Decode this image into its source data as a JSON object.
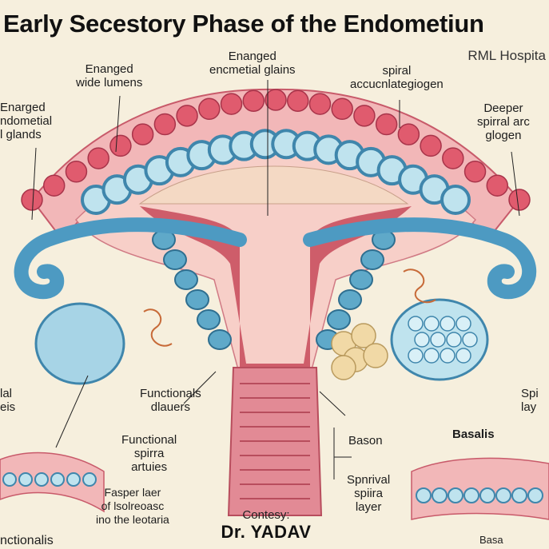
{
  "title": "Early Secestory Phase of the Endometiun",
  "subtitle": "RML Hospita",
  "labels": {
    "wide_lumens": [
      "Enanged",
      "wide lumens"
    ],
    "endometrial_glands_top": [
      "Enanged",
      "encmetial glains"
    ],
    "spiral_top": [
      "spiral",
      "accucnlategiogen"
    ],
    "endometrial_glands_left": [
      "Enarged",
      "ndometial",
      "l glands"
    ],
    "deeper_spiral": [
      "Deeper",
      "spirral arc",
      "glogen"
    ],
    "left_cut": [
      "lal",
      "eis"
    ],
    "functionals": [
      "Functionals",
      "dlauers"
    ],
    "functional_spiral": [
      "Functional",
      "spirra",
      "artuies"
    ],
    "right_cut": [
      "Spi",
      "lay"
    ],
    "bason": "Bason",
    "basalis_right": "Basalis",
    "spiral_layer": [
      "Spnrival",
      "spiira",
      "layer"
    ],
    "deeper_layer": [
      "Fasper laer",
      "of lsolreoasc",
      "ino the leotaria"
    ],
    "functionalis": "nctionalis",
    "basa": "Basa"
  },
  "credit": {
    "line1": "Contesy:",
    "line2": "Dr. YADAV"
  },
  "colors": {
    "background": "#f6efdd",
    "myometrium": "#f2b7b8",
    "myometrium_outline": "#c85a6a",
    "endometrium": "#f7cfc8",
    "gland_blue": "#5fa9c9",
    "gland_light": "#bfe3ee",
    "cavity_red": "#c9505f",
    "tube_blue": "#4d9ac2",
    "ovary_blue": "#a7d4e6"
  }
}
